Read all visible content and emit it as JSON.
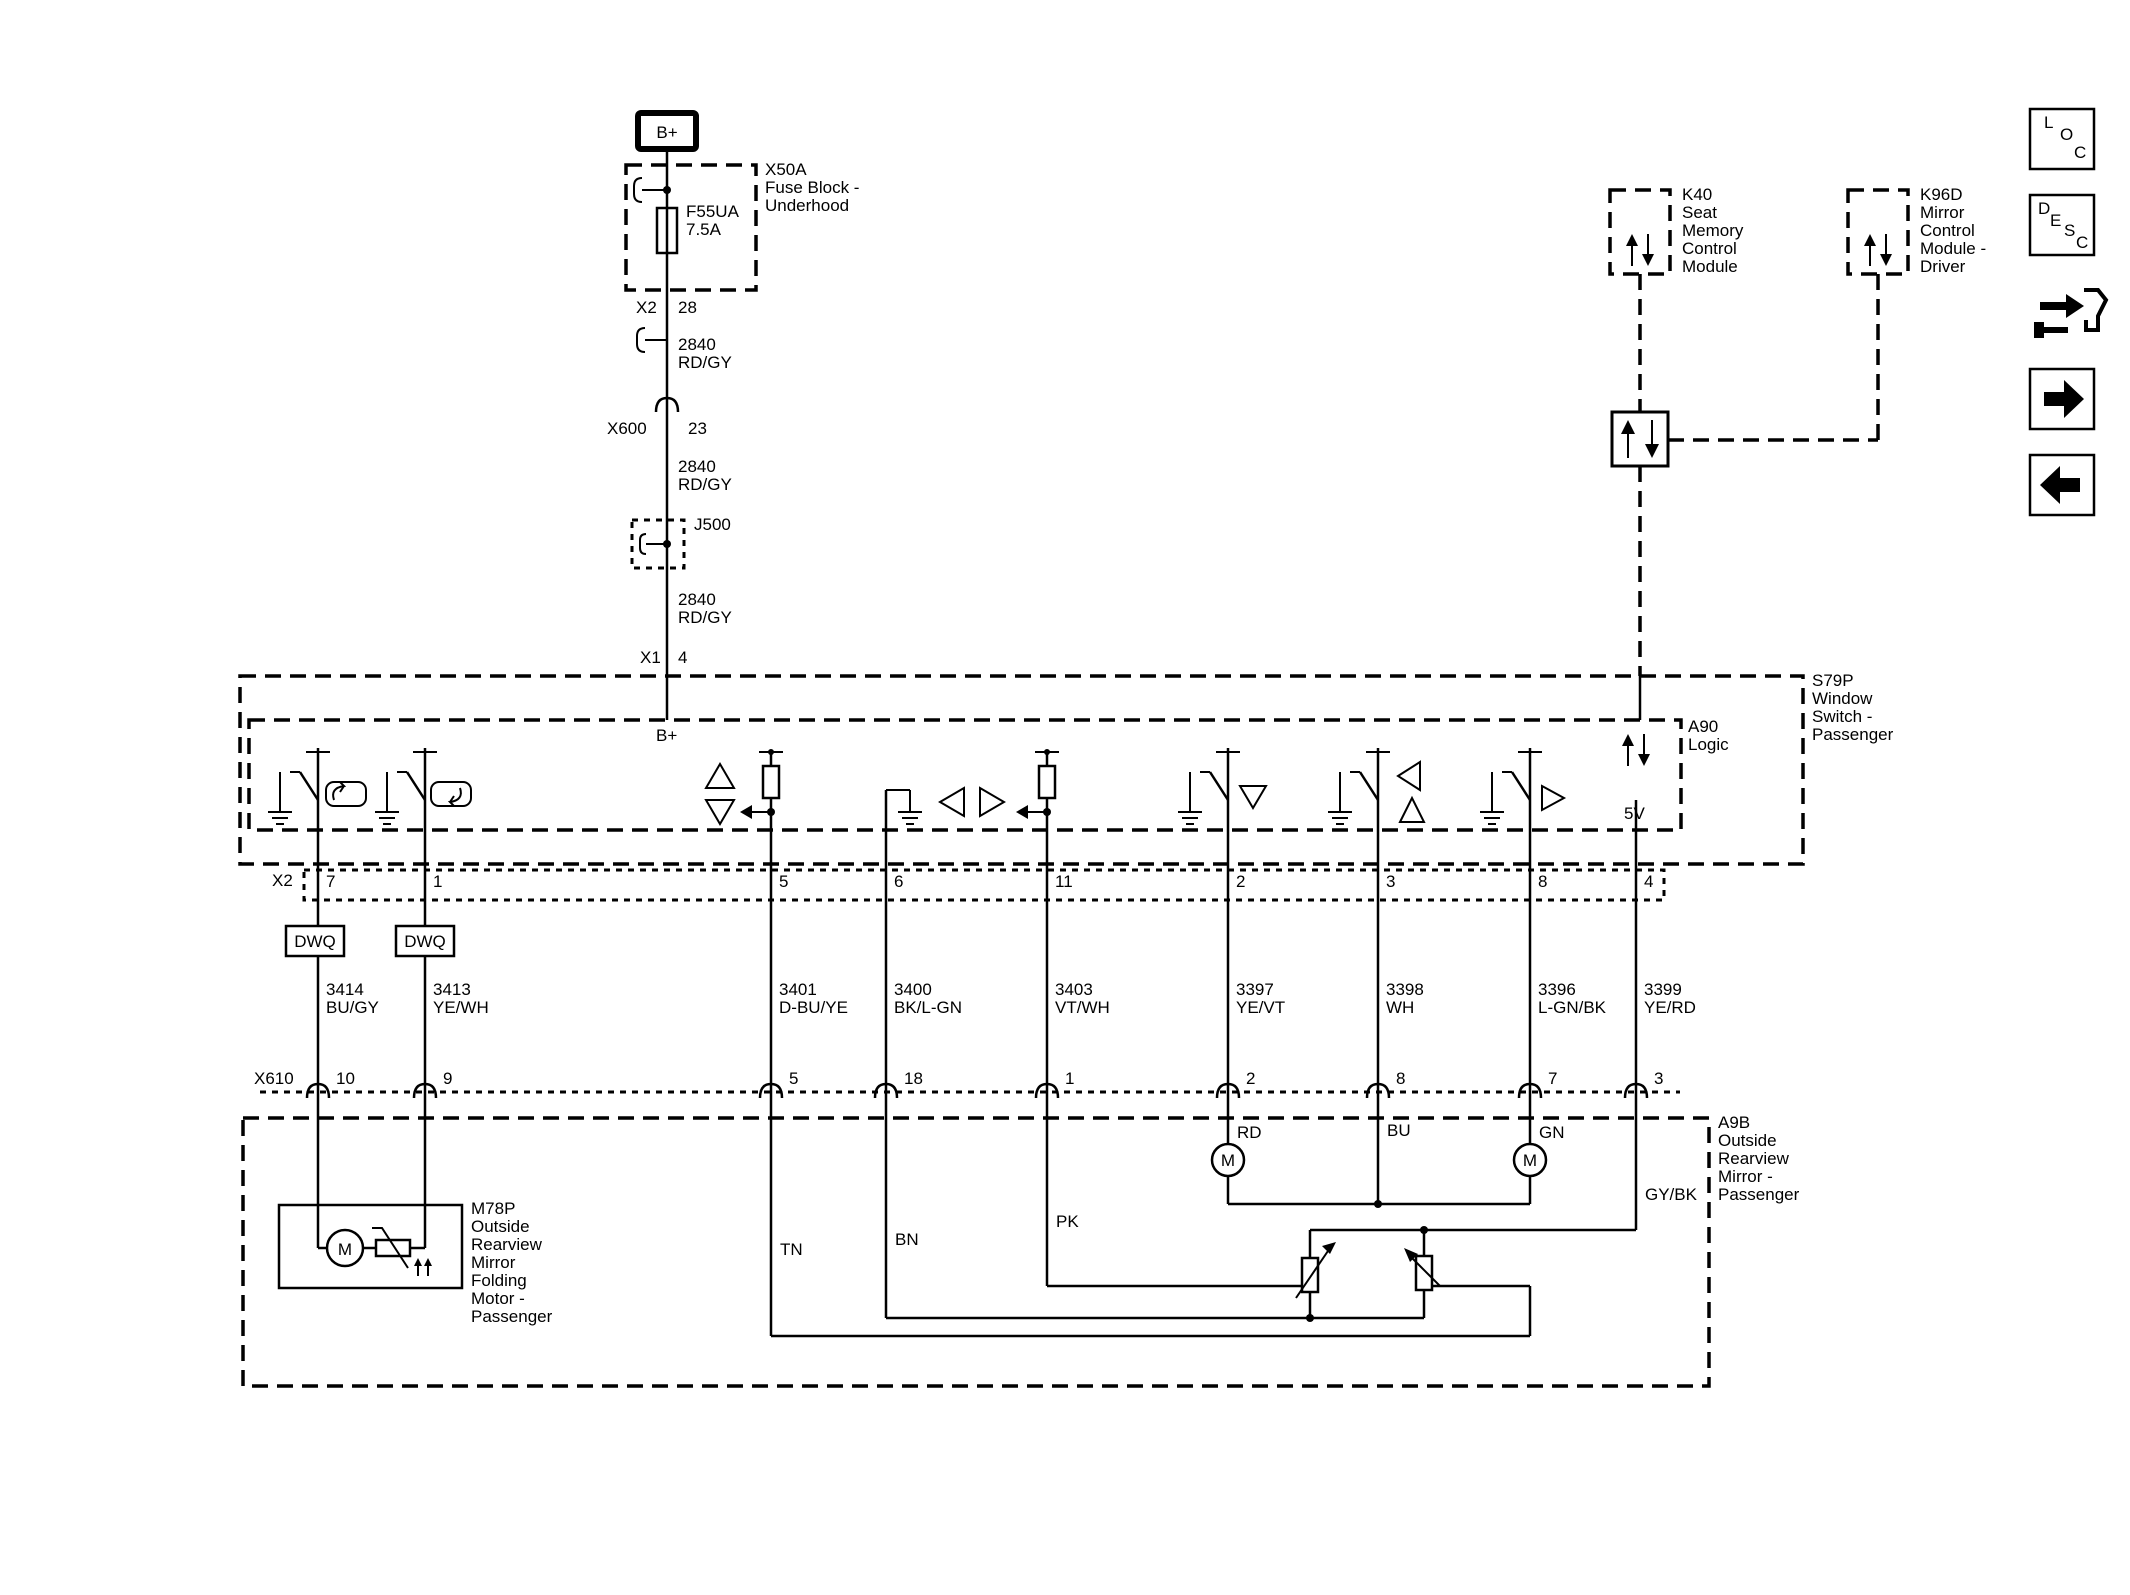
{
  "power": {
    "label": "B+"
  },
  "fuse_block": {
    "ref": "X50A",
    "name_lines": [
      "Fuse Block -",
      "Underhood"
    ]
  },
  "fuse": {
    "ref": "F55UA",
    "rating": "7.5A"
  },
  "conn_x2_top": {
    "conn": "X2",
    "pin": "28"
  },
  "wire_2840": {
    "circuit": "2840",
    "color": "RD/GY"
  },
  "conn_x600": {
    "conn": "X600",
    "pin": "23"
  },
  "splice": {
    "ref": "J500"
  },
  "conn_x1": {
    "conn": "X1",
    "pin": "4"
  },
  "switch": {
    "ref": "S79P",
    "name_lines": [
      "Window",
      "Switch -",
      "Passenger"
    ]
  },
  "logic": {
    "ref": "A90",
    "name": "Logic",
    "bplus": "B+",
    "fivev": "5V"
  },
  "x2_bottom": {
    "conn": "X2"
  },
  "dwq": "DWQ",
  "mirror": {
    "ref": "A9B",
    "name_lines": [
      "Outside",
      "Rearview",
      "Mirror -",
      "Passenger"
    ]
  },
  "folding_motor": {
    "ref": "M78P",
    "name_lines": [
      "Outside",
      "Rearview",
      "Mirror",
      "Folding",
      "Motor -",
      "Passenger"
    ],
    "motor": "M"
  },
  "x610": {
    "conn": "X610"
  },
  "k40": {
    "ref": "K40",
    "name_lines": [
      "Seat",
      "Memory",
      "Control",
      "Module"
    ]
  },
  "k96d": {
    "ref": "K96D",
    "name_lines": [
      "Mirror",
      "Control",
      "Module -",
      "Driver"
    ]
  },
  "nav": {
    "loc": {
      "letters": [
        "L",
        "O",
        "C"
      ]
    },
    "desc": {
      "letters": [
        "D",
        "E",
        "S",
        "C"
      ]
    },
    "icons": [
      "loc-icon",
      "desc-icon",
      "connector-view-icon",
      "next-page-icon",
      "previous-page-icon"
    ]
  },
  "circuits": [
    {
      "top_pin": "7",
      "circuit": "3414",
      "color": "BU/GY",
      "bottom_pin": "10",
      "harness_color": ""
    },
    {
      "top_pin": "1",
      "circuit": "3413",
      "color": "YE/WH",
      "bottom_pin": "9",
      "harness_color": ""
    },
    {
      "top_pin": "5",
      "circuit": "3401",
      "color": "D-BU/YE",
      "bottom_pin": "5",
      "harness_color": "TN"
    },
    {
      "top_pin": "6",
      "circuit": "3400",
      "color": "BK/L-GN",
      "bottom_pin": "18",
      "harness_color": "BN"
    },
    {
      "top_pin": "11",
      "circuit": "3403",
      "color": "VT/WH",
      "bottom_pin": "1",
      "harness_color": "PK"
    },
    {
      "top_pin": "2",
      "circuit": "3397",
      "color": "YE/VT",
      "bottom_pin": "2",
      "harness_color": "RD"
    },
    {
      "top_pin": "3",
      "circuit": "3398",
      "color": "WH",
      "bottom_pin": "8",
      "harness_color": "BU"
    },
    {
      "top_pin": "8",
      "circuit": "3396",
      "color": "L-GN/BK",
      "bottom_pin": "7",
      "harness_color": "GN"
    },
    {
      "top_pin": "4",
      "circuit": "3399",
      "color": "YE/RD",
      "bottom_pin": "3",
      "harness_color": "GY/BK"
    }
  ],
  "motors": {
    "label": "M"
  }
}
